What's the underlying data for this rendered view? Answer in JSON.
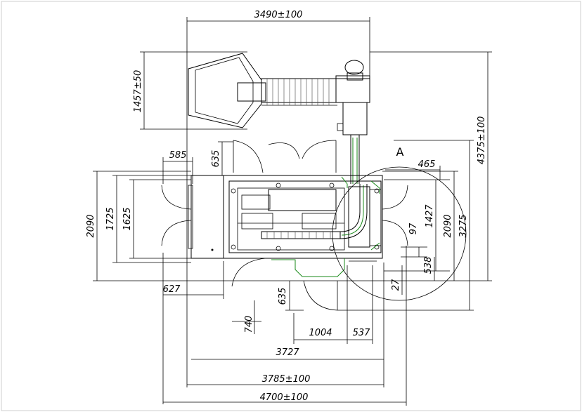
{
  "dimensions": {
    "top_width": "3490±100",
    "conveyor_height": "1457±50",
    "overall_height": "4375±100",
    "chute_width": "585",
    "chute_depth": "635",
    "detail_label": "A",
    "right_offset": "465",
    "left_total": "2090",
    "left_mid": "1725",
    "left_inner": "1625",
    "right_1427": "1427",
    "right_2090": "2090",
    "right_3275": "3275",
    "right_97": "97",
    "right_538": "538",
    "right_27": "27",
    "left_627": "627",
    "bottom_635": "635",
    "bottom_740": "740",
    "dim_1004": "1004",
    "dim_537": "537",
    "dim_3727": "3727",
    "dim_3785": "3785±100",
    "dim_4700": "4700±100"
  },
  "colors": {
    "line": "#000000",
    "accent": "#1a8a1a",
    "border": "#cfcfcf"
  }
}
